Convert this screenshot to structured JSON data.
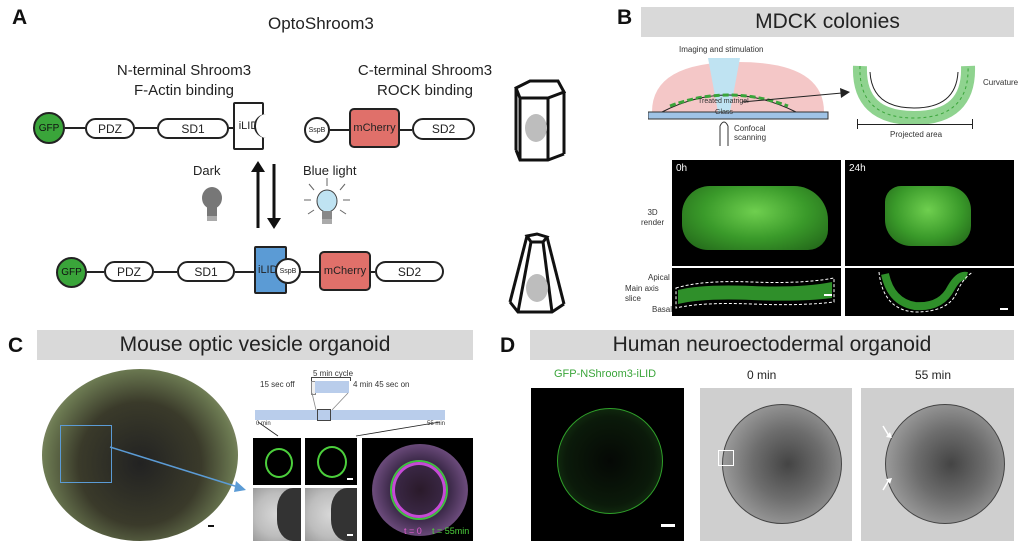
{
  "panels": {
    "A": {
      "label": "A",
      "title": "OptoShroom3",
      "n_term_line1": "N-terminal Shroom3",
      "n_term_line2": "F-Actin binding",
      "c_term_line1": "C-terminal Shroom3",
      "c_term_line2": "ROCK binding",
      "dark": "Dark",
      "blue_light": "Blue light",
      "top_row": {
        "gfp": "GFP",
        "pdz": "PDZ",
        "sd1": "SD1",
        "ilid": "iLID"
      },
      "top_right": {
        "sspb": "SspB",
        "mcherry": "mCherry",
        "sd2": "SD2"
      },
      "bottom_row": {
        "gfp": "GFP",
        "pdz": "PDZ",
        "sd1": "SD1",
        "ilid": "iLID",
        "sspb": "SspB",
        "mcherry": "mCherry",
        "sd2": "SD2"
      }
    },
    "B": {
      "label": "B",
      "title": "MDCK colonies",
      "imaging": "Imaging and stimulation",
      "matrigel": "Treated matrigel",
      "glass": "Glass",
      "confocal_line1": "Confocal",
      "confocal_line2": "scanning",
      "curvature": "Curvature",
      "projected": "Projected area",
      "t0": "0h",
      "t24": "24h",
      "render_line1": "3D",
      "render_line2": "render",
      "apical": "Apical",
      "main_axis_line1": "Main axis",
      "main_axis_line2": "slice",
      "basal": "Basal"
    },
    "C": {
      "label": "C",
      "title": "Mouse optic vesicle organoid",
      "cycle": "5 min cycle",
      "off": "15 sec off",
      "on": "4 min 45 sec on",
      "start": "0 min",
      "end": "55 min",
      "t0": "t = 0",
      "t55": "t = 55min"
    },
    "D": {
      "label": "D",
      "title": "Human neuroectodermal organoid",
      "gfp_label": "GFP-NShroom3-iLID",
      "t0": "0 min",
      "t55": "55 min"
    }
  },
  "colors": {
    "gfp": "#3aa53a",
    "mcherry": "#e0706a",
    "ilid_blue": "#5b9bd5",
    "banner": "#d9d9d9",
    "pink_zone": "#f4c7c7",
    "light_blue": "#bfe3f2"
  }
}
